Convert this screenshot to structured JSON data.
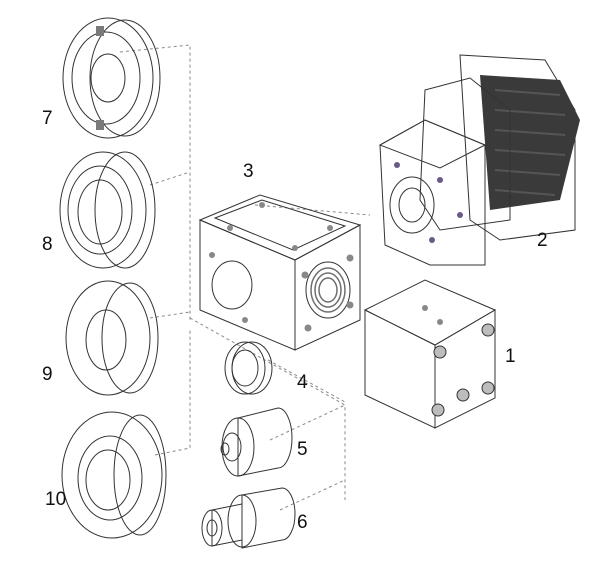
{
  "labels": {
    "part1": "1",
    "part2": "2",
    "part3": "3",
    "part4": "4",
    "part5": "5",
    "part6": "6",
    "part7": "7",
    "part8": "8",
    "part9": "9",
    "part10": "10"
  },
  "colors": {
    "metal_light": "#e2e2e2",
    "metal_mid": "#c4c4c4",
    "metal_dark": "#8c8c8c",
    "violet_light": "#cdbfe3",
    "violet_mid": "#b3a0d0",
    "violet_dark": "#8f7cb0",
    "motor_black": "#2a2a2a"
  }
}
